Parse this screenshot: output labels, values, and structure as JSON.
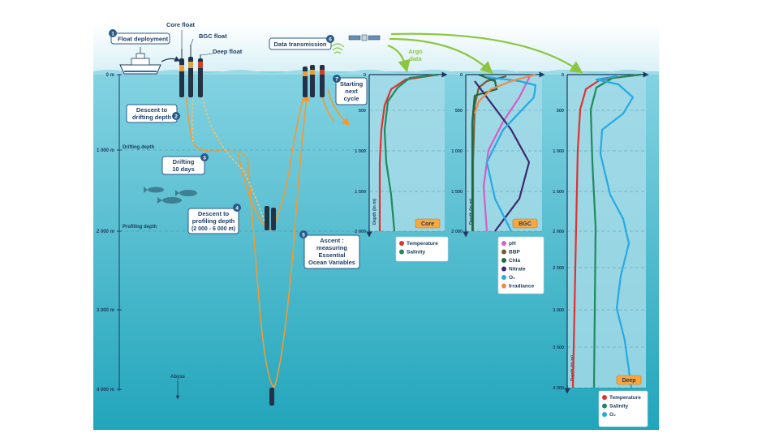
{
  "steps": [
    {
      "num": "1",
      "label": "Float deployment"
    },
    {
      "num": "2",
      "label_lines": [
        "Descent to",
        "drifting depth"
      ]
    },
    {
      "num": "3",
      "label_lines": [
        "Drifting",
        "10 days"
      ]
    },
    {
      "num": "4",
      "label_lines": [
        "Descent to",
        "profiling depth",
        "(2 000 - 6 000 m)"
      ]
    },
    {
      "num": "5",
      "label_lines": [
        "Ascent :",
        "measuring",
        "Essential",
        "Ocean Variables"
      ]
    },
    {
      "num": "6",
      "label": "Data transmission"
    },
    {
      "num": "7",
      "label_lines": [
        "Starting",
        "next",
        "cycle"
      ]
    }
  ],
  "floats": {
    "core": "Core float",
    "bgc": "BGC float",
    "deep": "Deep float"
  },
  "argo_data": [
    "Argo",
    "data"
  ],
  "ocean": {
    "depth_ticks": [
      "0 m",
      "1 000 m",
      "2 000 m",
      "3 000 m",
      "4 000 m"
    ],
    "drifting_depth": "Drifting depth",
    "profiling_depth": "Profiling depth",
    "abyss": "Abyss"
  },
  "panels": {
    "core": {
      "name": "Core",
      "y_ticks": [
        "0",
        "500",
        "1 000",
        "1 500",
        "2 000"
      ],
      "ylabel": "Depth (in m)",
      "legend": [
        {
          "label": "Temperature",
          "color": "#e0312f"
        },
        {
          "label": "Salinity",
          "color": "#1f8a5e"
        }
      ]
    },
    "bgc": {
      "name": "BGC",
      "y_ticks": [
        "0",
        "500",
        "1 000",
        "1 500",
        "2 000"
      ],
      "ylabel": "Depth (in m)",
      "legend": [
        {
          "label": "pH",
          "color": "#d45fc5"
        },
        {
          "label": "BBP",
          "color": "#7a5a36"
        },
        {
          "label": "Chla",
          "color": "#1f6a40"
        },
        {
          "label": "Nitrate",
          "color": "#3b2a6e"
        },
        {
          "label": "O₂",
          "color": "#27a9e1"
        },
        {
          "label": "Irradiance",
          "color": "#f08a4b"
        }
      ]
    },
    "deep": {
      "name": "Deep",
      "y_ticks": [
        "0",
        "500",
        "1 000",
        "1 500",
        "2 000",
        "2 500",
        "3 000",
        "3 500",
        "4 000"
      ],
      "ylabel": "Depth (in m)",
      "legend": [
        {
          "label": "Temperature",
          "color": "#e0312f"
        },
        {
          "label": "Salinity",
          "color": "#1f8a5e"
        },
        {
          "label": "O₂",
          "color": "#27a9e1"
        }
      ]
    }
  },
  "colors": {
    "ocean_top": "#7fd0e0",
    "ocean_bottom": "#1aa3b8",
    "path": "#f29a35",
    "arrow_green": "#8cc63f",
    "panel_bg": "#a6dbe8",
    "panel_border": "#1d3a5c",
    "tag_bg": "#f9a73e"
  }
}
